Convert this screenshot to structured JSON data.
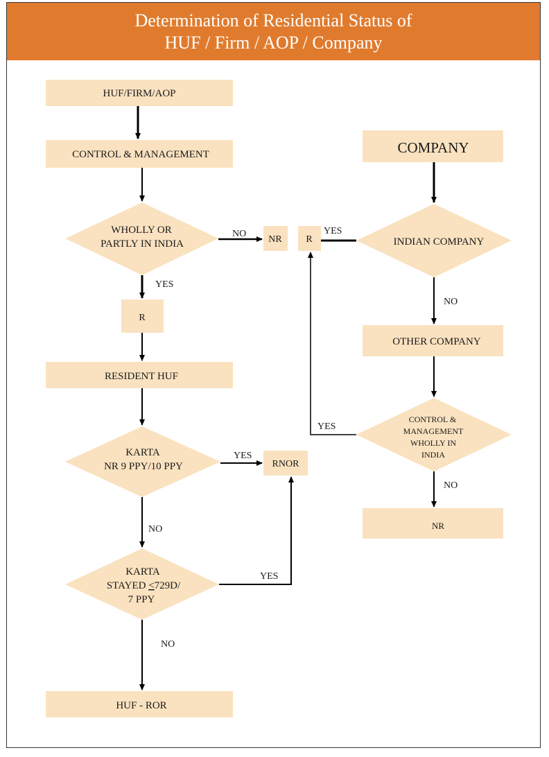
{
  "header": {
    "title_line1": "Determination of Residential Status of",
    "title_line2": "HUF / Firm / AOP / Company"
  },
  "colors": {
    "accent": "#e07b2e",
    "node_fill": "#fae2c0",
    "line": "#000000"
  },
  "left_flow": {
    "huf_firm_aop": "HUF/FIRM/AOP",
    "control_management": "CONTROL & MANAGEMENT",
    "wholly_partly_line1": "WHOLLY OR",
    "wholly_partly_line2": "PARTLY IN INDIA",
    "no_label": "NO",
    "nr": "NR",
    "yes_label": "YES",
    "r": "R",
    "resident_huf": "RESIDENT HUF",
    "karta_nr_line1": "KARTA",
    "karta_nr_line2": "NR 9 PPY/10 PPY",
    "karta_nr_yes": "YES",
    "rnor": "RNOR",
    "karta_nr_no": "NO",
    "karta_stayed_line1": "KARTA",
    "karta_stayed_line2": "STAYED  ",
    "karta_stayed_le": "<",
    "karta_stayed_line2b": "729D/",
    "karta_stayed_line3": "7 PPY",
    "karta_stayed_yes": "YES",
    "karta_stayed_no": "NO",
    "huf_ror": "HUF - ROR"
  },
  "right_flow": {
    "company": "COMPANY",
    "indian_company": "INDIAN COMPANY",
    "yes_label": "YES",
    "r": "R",
    "no_label": "NO",
    "other_company": "OTHER COMPANY",
    "cm_line1": "CONTROL &",
    "cm_line2": "MANAGEMENT",
    "cm_line3": "WHOLLY IN",
    "cm_line4": "INDIA",
    "cm_yes": "YES",
    "cm_no": "NO",
    "nr": "NR"
  }
}
